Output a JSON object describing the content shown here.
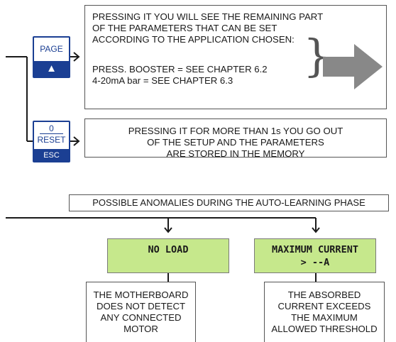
{
  "page_key": {
    "label": "PAGE",
    "symbol": "▲"
  },
  "page_info": {
    "line1": "PRESSING IT YOU WILL SEE THE REMAINING PART",
    "line2": "OF THE PARAMETERS THAT CAN BE SET",
    "line3": "ACCORDING TO THE APPLICATION CHOSEN:",
    "line4": "PRESS. BOOSTER = SEE CHAPTER 6.2",
    "line5": "4-20mA bar = SEE CHAPTER 6.3"
  },
  "reset_key": {
    "zero": "0",
    "label": "RESET",
    "esc": "ESC"
  },
  "reset_info": {
    "line1": "PRESSING IT FOR MORE THAN 1s YOU GO OUT",
    "line2": "OF THE SETUP AND THE PARAMETERS",
    "line3": "ARE STORED IN THE MEMORY"
  },
  "anomalies": {
    "title": "POSSIBLE ANOMALIES DURING THE AUTO-LEARNING PHASE",
    "items": [
      {
        "display_line1": "NO LOAD",
        "display_line2": "",
        "desc_line1": "THE MOTHERBOARD",
        "desc_line2": "DOES NOT DETECT",
        "desc_line3": "ANY CONNECTED",
        "desc_line4": "MOTOR"
      },
      {
        "display_line1": "MAXIMUM CURRENT",
        "display_line2": "> --A",
        "desc_line1": "THE ABSORBED",
        "desc_line2": "CURRENT EXCEEDS",
        "desc_line3": "THE MAXIMUM",
        "desc_line4": "ALLOWED THRESHOLD"
      }
    ]
  },
  "colors": {
    "key_blue": "#1b3f93",
    "lcd_green": "#c6e88c",
    "big_arrow": "#888888"
  }
}
